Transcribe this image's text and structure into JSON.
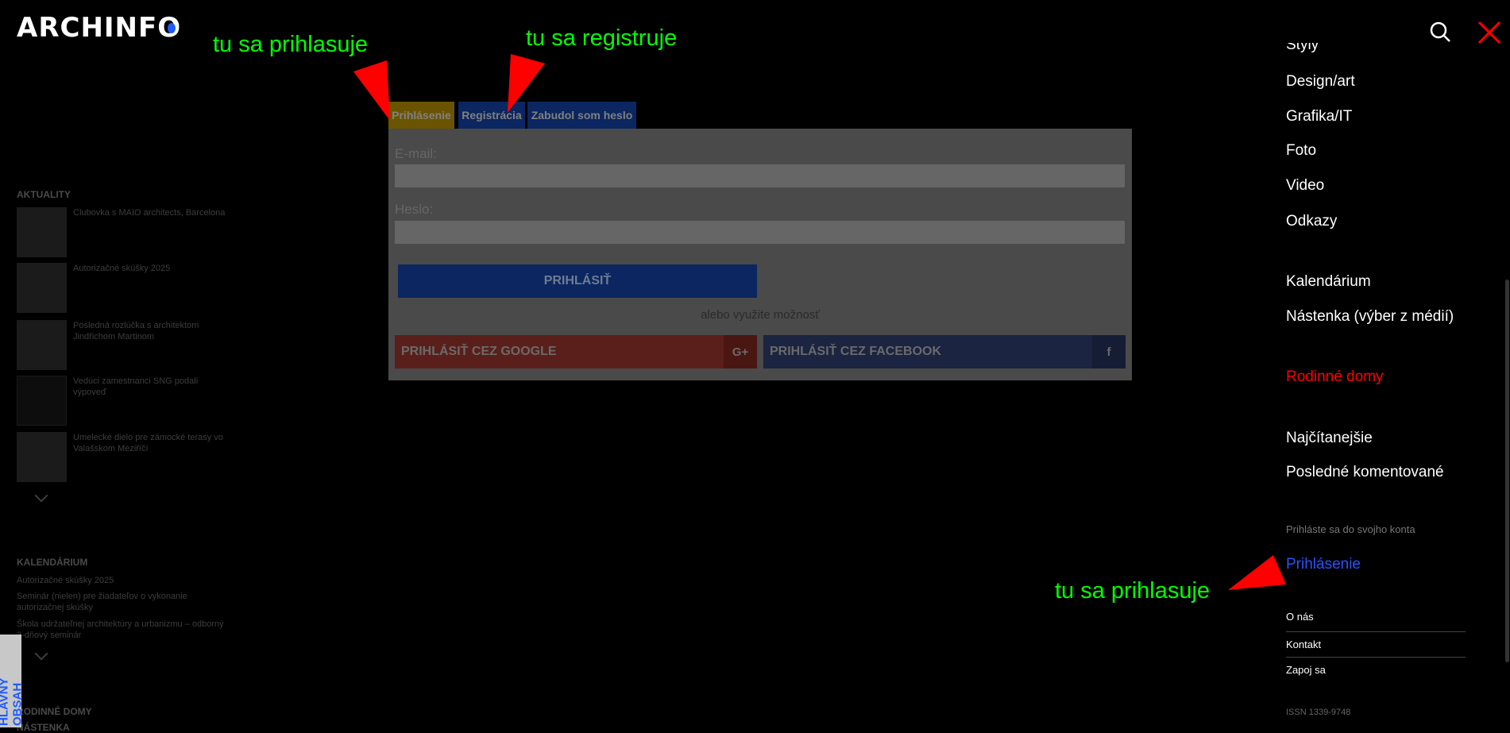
{
  "header": {
    "logo": "ARCHINFO",
    "search_icon": "search-icon",
    "close_icon": "close-icon"
  },
  "annotations": {
    "top_login": "tu sa prihlasuje",
    "top_register": "tu sa registruje",
    "right_login": "tu sa prihlasuje",
    "arrow_color": "#ff0000",
    "text_color": "#00ff00"
  },
  "login": {
    "tabs": [
      {
        "label": "Prihlásenie",
        "active": true
      },
      {
        "label": "Registrácia"
      },
      {
        "label": "Zabudol som heslo"
      }
    ],
    "email_label": "E-mail:",
    "email_value": "",
    "password_label": "Heslo:",
    "password_value": "",
    "submit": "PRIHLÁSIŤ",
    "or_text": "alebo využite možnosť",
    "google": "PRIHLÁSIŤ CEZ GOOGLE",
    "google_icon": "G+",
    "facebook": "PRIHLÁSIŤ CEZ FACEBOOK",
    "facebook_icon": "f"
  },
  "sidebar": {
    "aktuality_title": "AKTUALITY",
    "news": [
      "Clubovka s MAIO architects, Barcelona",
      "Autorizačné skúšky 2025",
      "Posledná rozlúčka s architektom Jindřichom Martinom",
      "Vedúci zamestnanci SNG podali výpoveď",
      "Umelecké dielo pre zámocké terasy vo Valašskom Meziříčí"
    ],
    "kalendarium_title": "KALENDÁRIUM",
    "calendar": [
      "Autorizačné skúšky 2025",
      "Seminár (nielen) pre žiadateľov o vykonanie autorizačnej skúšky",
      "Škola udržateľnej architektúry a urbanizmu – odborný 3-dňový seminár"
    ],
    "rodinne_title": "RODINNÉ DOMY",
    "nastenka_title": "NÁSTENKA",
    "main_content_tab": "HLAVNÝ OBSAH"
  },
  "menu": {
    "items": [
      "Štýly",
      "Design/art",
      "Grafika/IT",
      "Foto",
      "Video",
      "Odkazy",
      "Kalendárium",
      "Nástenka (výber z médií)",
      "Rodinné domy",
      "Najčítanejšie",
      "Posledné komentované"
    ],
    "login_prompt": "Prihláste sa do svojho konta",
    "login_link": "Prihlásenie",
    "footer": [
      "O nás",
      "Kontakt",
      "Zapoj sa"
    ],
    "issn": "ISSN 1339-9748"
  }
}
